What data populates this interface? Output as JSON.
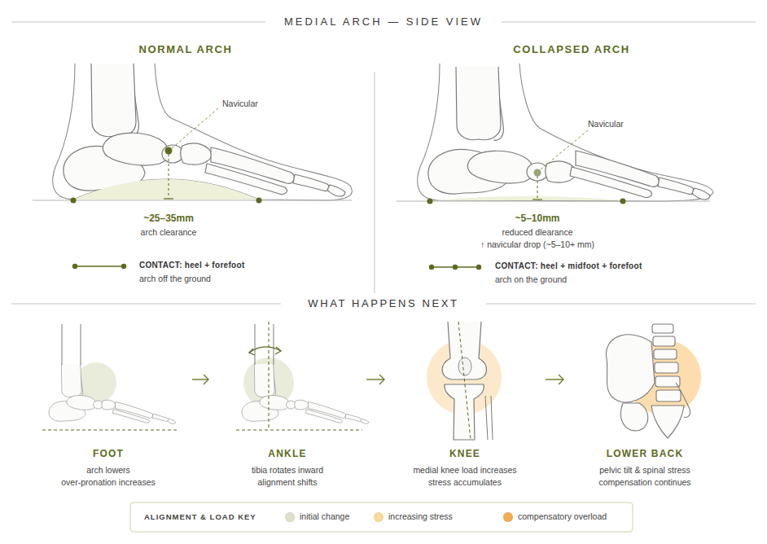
{
  "diagram": {
    "title": "MEDIAL ARCH — SIDE VIEW",
    "nodes": [
      {
        "text": [
          "FOOT",
          "arch lowers",
          "over-pronation increases"
        ]
      },
      {
        "text": [
          "ANKLE",
          "tibia rotates inward",
          "alignment shifts"
        ]
      },
      {
        "text": [
          "KNEE",
          "medial knee load increases",
          "stress accumulates"
        ]
      },
      {
        "text": [
          "LOWER BACK",
          "pelvic tilt & spinal stress",
          "compensation continues"
        ]
      }
    ],
    "edges": [
      {
        "from": 0,
        "to": 1,
        "arrow": "to"
      },
      {
        "from": 1,
        "to": 2,
        "arrow": "to"
      },
      {
        "from": 2,
        "to": 3,
        "arrow": "to"
      }
    ],
    "labels": [
      "NORMAL ARCH",
      "Navicular",
      "~25–35mm",
      "arch clearance",
      "CONTACT: heel + forefoot",
      "arch off the ground",
      "COLLAPSED ARCH",
      "Navicular",
      "~5–10mm",
      "reduced dlearance",
      "↑ navicular drop (~5–10+ mm)",
      "CONTACT: heel + midfoot + forefoot",
      "arch on the ground",
      "WHAT HAPPENS NEXT",
      "ALIGNMENT & LOAD KEY"
    ],
    "legend": [
      {
        "text": "initial change",
        "color": "#dfe1c9"
      },
      {
        "text": "increasing stress",
        "color": "#f8dc9c"
      },
      {
        "text": "compensatory overload",
        "color": "#f4ad55"
      }
    ]
  }
}
